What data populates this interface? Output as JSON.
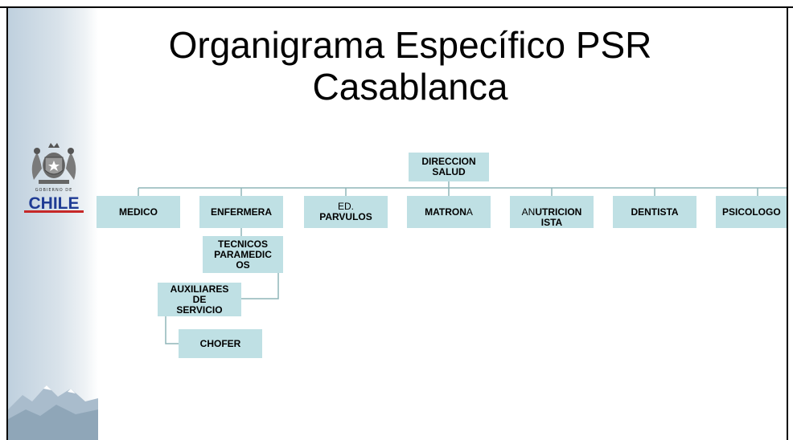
{
  "slide": {
    "title_line1": "Organigrama Específico PSR",
    "title_line2": "Casablanca",
    "logo": {
      "icon": "chile-coat-of-arms",
      "small_text": "GOBIERNO DE",
      "brand": "CHILE",
      "brand_color": "#1e3b94",
      "bar_color": "#c62828"
    }
  },
  "org": {
    "box_color": "#bfe0e4",
    "line_color": "#8fb6b9",
    "root": {
      "label": "DIRECCION\nSALUD"
    },
    "level1": [
      {
        "label": "MEDICO"
      },
      {
        "label": "ENFERMERA"
      },
      {
        "label_thin": "ED.",
        "label_bold": "PARVULOS"
      },
      {
        "label_bold": "MATRON",
        "label_thin": "A"
      },
      {
        "label_thin": "AN",
        "label_bold": "UTRICION\nISTA"
      },
      {
        "label": "DENTISTA"
      },
      {
        "label": "PSICOLOGO"
      }
    ],
    "tecnicos": {
      "label": "TECNICOS\nPARAMEDIC\nOS"
    },
    "auxiliares": {
      "label": "AUXILIARES\nDE\nSERVICIO"
    },
    "chofer": {
      "label": "CHOFER"
    }
  }
}
